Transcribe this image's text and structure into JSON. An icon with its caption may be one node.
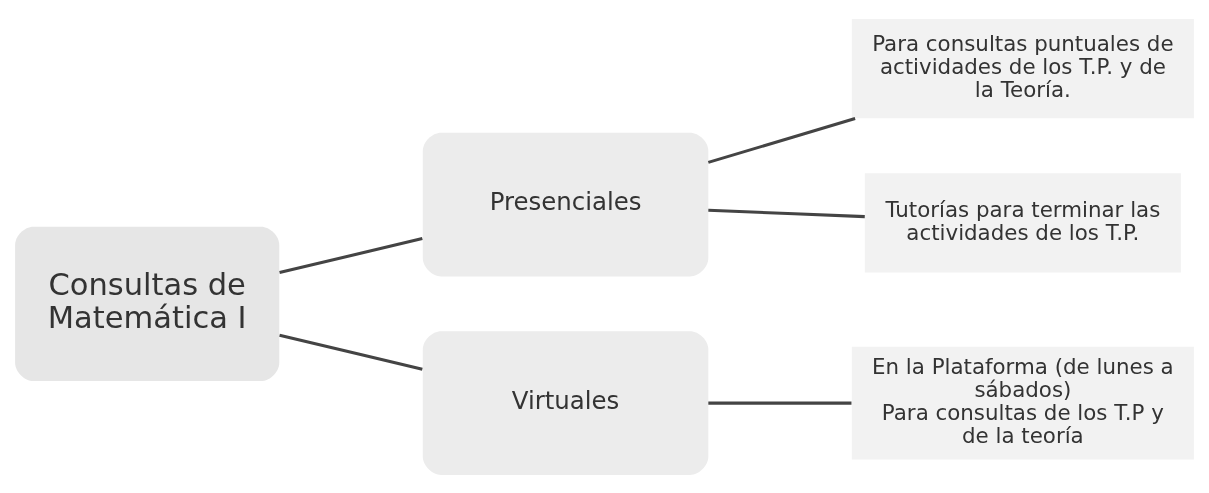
{
  "diagram": {
    "nodes": [
      {
        "text": [
          "Consultas de Matemática I"
        ]
      },
      {
        "text": [
          "Presenciales"
        ]
      },
      {
        "text": [
          "Virtuales"
        ]
      },
      {
        "text": [
          "Para consultas puntuales de actividades de los T.P. y de la Teoría."
        ]
      },
      {
        "text": [
          "Tutorías para terminar las actividades de los T.P."
        ]
      },
      {
        "text": [
          "En la Plataforma (de lunes a sábados)",
          "Para consultas de los T.P y de la teoría"
        ]
      }
    ],
    "edges": [
      {
        "from": 0,
        "to": 1,
        "arrow": "none"
      },
      {
        "from": 0,
        "to": 2,
        "arrow": "none"
      },
      {
        "from": 1,
        "to": 3,
        "arrow": "none"
      },
      {
        "from": 1,
        "to": 4,
        "arrow": "none"
      },
      {
        "from": 2,
        "to": 5,
        "arrow": "none"
      }
    ]
  }
}
